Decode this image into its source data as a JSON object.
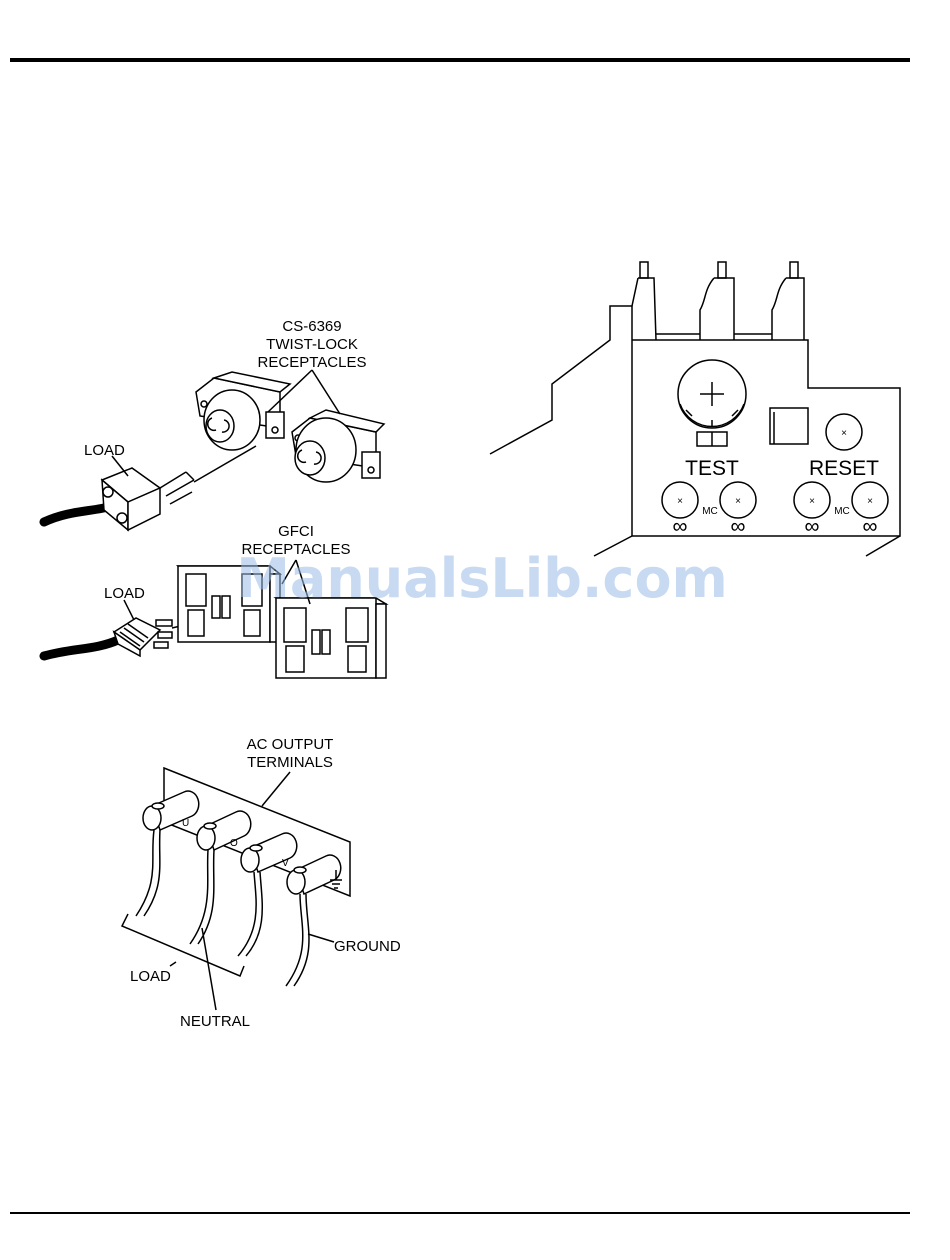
{
  "twistlock": {
    "label_line1": "CS-6369",
    "label_line2": "TWIST-LOCK",
    "label_line3": "RECEPTACLES",
    "load_label": "LOAD"
  },
  "gfci": {
    "label_line1": "GFCI",
    "label_line2": "RECEPTACLES",
    "load_label": "LOAD"
  },
  "terminals": {
    "label_line1": "AC OUTPUT",
    "label_line2": "TERMINALS",
    "u_mark": "U",
    "o_mark": "O",
    "v_mark": "V",
    "load_label": "LOAD",
    "neutral_label": "NEUTRAL",
    "ground_label": "GROUND"
  },
  "breaker": {
    "test_label": "TEST",
    "reset_label": "RESET",
    "mc_label_1": "MC",
    "mc_label_2": "MC",
    "inf_symbol": "∞",
    "x_mark": "×",
    "plus_mark": "+"
  },
  "watermark": "ManualsLib.com"
}
